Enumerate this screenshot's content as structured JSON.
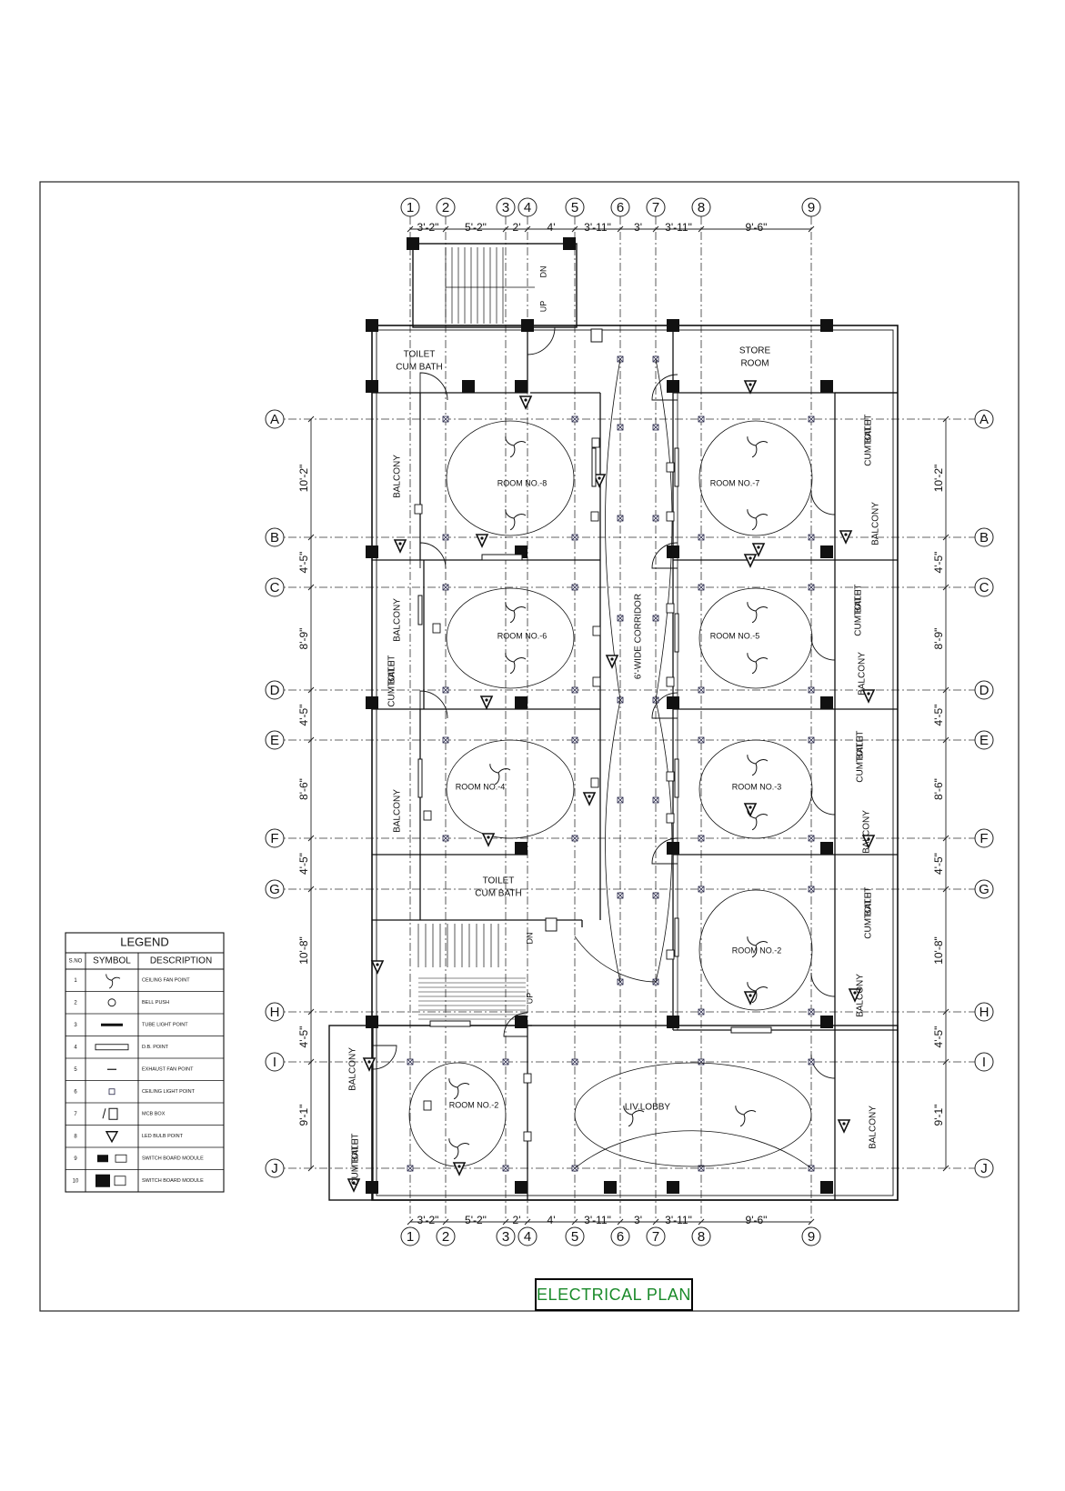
{
  "drawing_title": "ELECTRICAL PLAN",
  "grid_columns": [
    "1",
    "2",
    "3",
    "4",
    "5",
    "6",
    "7",
    "8",
    "9"
  ],
  "grid_rows": [
    "A",
    "B",
    "C",
    "D",
    "E",
    "F",
    "G",
    "H",
    "I",
    "J"
  ],
  "column_dimensions": [
    "3'-2\"",
    "5'-2\"",
    "2'",
    "4'",
    "3'-11\"",
    "3'",
    "3'-11\"",
    "9'-6\""
  ],
  "row_dimensions": [
    "10'-2\"",
    "4'-5\"",
    "8'-9\"",
    "4'-5\"",
    "8'-6\"",
    "4'-5\"",
    "10'-8\"",
    "4'-5\"",
    "9'-1\""
  ],
  "rooms": {
    "toilet": "TOILET",
    "cum_bath": "CUM BATH",
    "store_1": "STORE",
    "store_2": "ROOM",
    "balcony": "BALCONY",
    "room_8": "ROOM NO.-8",
    "room_7": "ROOM NO.-7",
    "room_6": "ROOM NO.-6",
    "room_5": "ROOM NO.-5",
    "room_4": "ROOM NO.-4",
    "room_3": "ROOM NO.-3",
    "room_2": "ROOM NO.-2",
    "room_1": "ROOM NO.-2",
    "corridor": "6'-WIDE CORRIDOR",
    "lobby": "LIV.LOBBY",
    "up": "UP",
    "dn": "DN"
  },
  "legend": {
    "title": "LEGEND",
    "headers": [
      "S.NO",
      "SYMBOL",
      "DESCRIPTION"
    ],
    "rows": [
      {
        "no": "1",
        "desc": "CEILING FAN POINT"
      },
      {
        "no": "2",
        "desc": "BELL PUSH"
      },
      {
        "no": "3",
        "desc": "TUBE LIGHT POINT"
      },
      {
        "no": "4",
        "desc": "D.B. POINT"
      },
      {
        "no": "5",
        "desc": "EXHAUST FAN POINT"
      },
      {
        "no": "6",
        "desc": "CEILING LIGHT POINT"
      },
      {
        "no": "7",
        "desc": "MCB BOX"
      },
      {
        "no": "8",
        "desc": "LED BULB POINT"
      },
      {
        "no": "9",
        "desc": "SWITCH BOARD MODULE"
      },
      {
        "no": "10",
        "desc": "SWITCH BOARD MODULE"
      }
    ]
  }
}
